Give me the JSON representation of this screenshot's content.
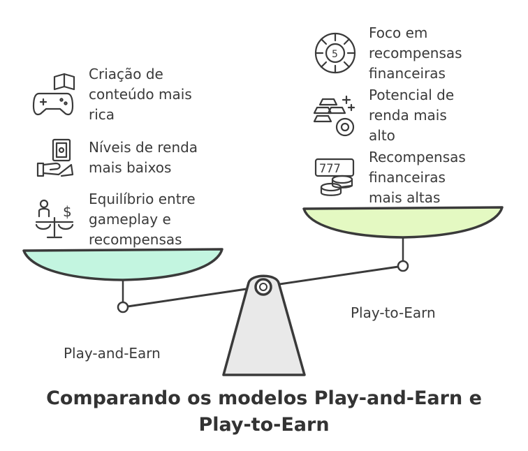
{
  "title": {
    "line1": "Comparando os modelos Play-and-Earn e",
    "line2": "Play-to-Earn"
  },
  "left": {
    "label": "Play-and-Earn",
    "pan_color": "#c3f5e0",
    "items": [
      {
        "icon": "gamepad-book-icon",
        "text": "Criação de\nconteúdo mais\nrica"
      },
      {
        "icon": "hand-money-icon",
        "text": "Níveis de renda\nmais baixos"
      },
      {
        "icon": "balance-person-dollar-icon",
        "text": "Equilíbrio entre\ngameplay e\nrecompensas"
      }
    ]
  },
  "right": {
    "label": "Play-to-Earn",
    "pan_color": "#e4f9c2",
    "items": [
      {
        "icon": "casino-chip-icon",
        "text": "Foco em\nrecompensas\nfinanceiras"
      },
      {
        "icon": "gold-bars-coin-icon",
        "text": "Potencial de\nrenda mais\nalto"
      },
      {
        "icon": "slot-machine-coins-icon",
        "text": "Recompensas\nfinanceiras\nmais altas"
      }
    ]
  },
  "colors": {
    "stroke": "#3a3a3a",
    "fulcrum": "#e9e9e9"
  }
}
